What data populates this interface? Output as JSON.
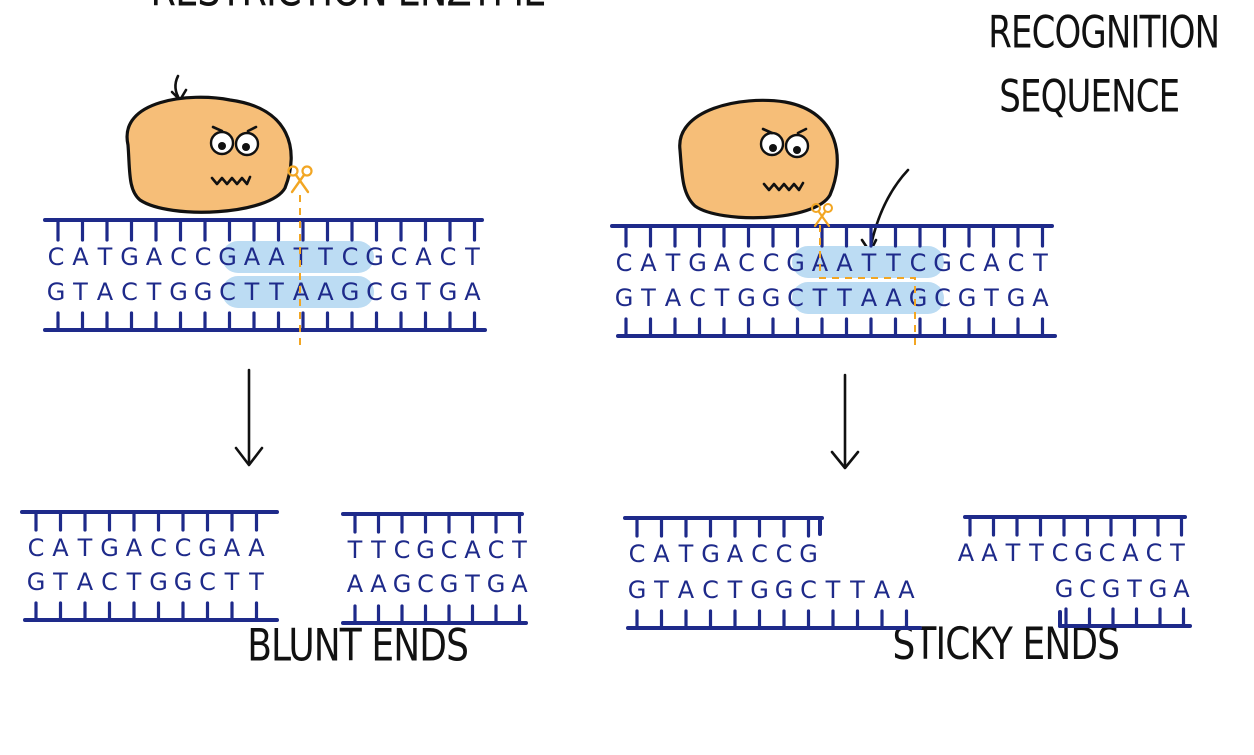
{
  "labels": {
    "restriction_enzyme": "RESTRICTION ENZYME",
    "recognition_line1": "RECOGNITION",
    "recognition_line2": "SEQUENCE",
    "blunt_ends": "BLUNT ENDS",
    "sticky_ends": "STICKY ENDS"
  },
  "colors": {
    "dna": "#1e2a8a",
    "enzyme": "#f6be78",
    "cut_line": "#f2a623",
    "highlight": "#bcdcf3"
  },
  "icons": [
    "scissors-icon",
    "down-arrow-icon",
    "enzyme-face-icon"
  ],
  "left_panel": {
    "top_strand": [
      "C",
      "A",
      "T",
      "G",
      "A",
      "C",
      "C",
      "G",
      "A",
      "A",
      "T",
      "T",
      "C",
      "G",
      "C",
      "A",
      "C",
      "T"
    ],
    "bottom_strand": [
      "G",
      "T",
      "A",
      "C",
      "T",
      "G",
      "G",
      "C",
      "T",
      "T",
      "A",
      "A",
      "G",
      "C",
      "G",
      "T",
      "G",
      "A"
    ],
    "fragment_left_top": [
      "C",
      "A",
      "T",
      "G",
      "A",
      "C",
      "C",
      "G",
      "A",
      "A"
    ],
    "fragment_left_bottom": [
      "G",
      "T",
      "A",
      "C",
      "T",
      "G",
      "G",
      "C",
      "T",
      "T"
    ],
    "fragment_right_top": [
      "T",
      "T",
      "C",
      "G",
      "C",
      "A",
      "C",
      "T"
    ],
    "fragment_right_bottom": [
      "A",
      "A",
      "G",
      "C",
      "G",
      "T",
      "G",
      "A"
    ]
  },
  "right_panel": {
    "top_strand": [
      "C",
      "A",
      "T",
      "G",
      "A",
      "C",
      "C",
      "G",
      "A",
      "A",
      "T",
      "T",
      "C",
      "G",
      "C",
      "A",
      "C",
      "T"
    ],
    "bottom_strand": [
      "G",
      "T",
      "A",
      "C",
      "T",
      "G",
      "G",
      "C",
      "T",
      "T",
      "A",
      "A",
      "G",
      "C",
      "G",
      "T",
      "G",
      "A"
    ],
    "fragment_left_top": [
      "C",
      "A",
      "T",
      "G",
      "A",
      "C",
      "C",
      "G"
    ],
    "fragment_left_bottom": [
      "G",
      "T",
      "A",
      "C",
      "T",
      "G",
      "G",
      "C",
      "T",
      "T",
      "A",
      "A"
    ],
    "fragment_right_top": [
      "A",
      "A",
      "T",
      "T",
      "C",
      "G",
      "C",
      "A",
      "C",
      "T"
    ],
    "fragment_right_bottom": [
      "G",
      "C",
      "G",
      "T",
      "G",
      "A"
    ]
  }
}
